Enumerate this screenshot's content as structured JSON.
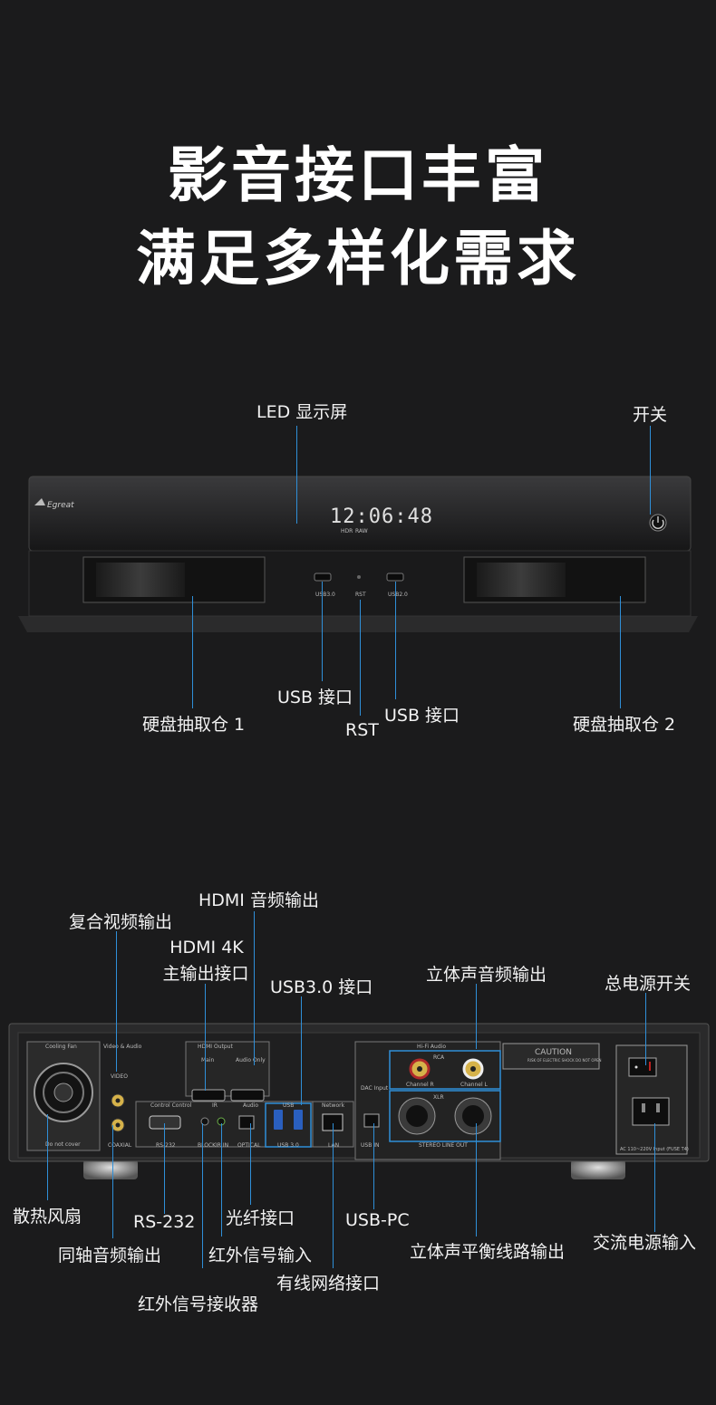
{
  "headline": {
    "line1": "影音接口丰富",
    "line2": "满足多样化需求"
  },
  "front_panel": {
    "brand": "Egreat",
    "clock": "12:06:48",
    "indicators": [
      "HDR",
      "RAW"
    ],
    "port_tags": [
      "USB3.0",
      "RST",
      "USB2.0"
    ],
    "callouts": {
      "led_display": "LED 显示屏",
      "power_switch": "开关",
      "usb_left": "USB 接口",
      "rst": "RST",
      "usb_right": "USB 接口",
      "drive_bay_1": "硬盘抽取仓 1",
      "drive_bay_2": "硬盘抽取仓 2"
    }
  },
  "rear_panel": {
    "silkscreen": {
      "cooling_fan": "Cooling Fan",
      "do_not_cover": "Do not cover",
      "video_audio": "Video & Audio",
      "video": "VIDEO",
      "coaxial": "COAXIAL",
      "hdmi_output": "HDMI Output",
      "main": "Main",
      "audio_only": "Audio Only",
      "control": "Control Control",
      "ir": "IR",
      "audio": "Audio",
      "usb": "USB",
      "network": "Network",
      "rs232": "RS-232",
      "ir_block": "BLOCK",
      "ir_in": "IR IN",
      "optical": "OPTICAL",
      "usb30": "USB 3.0",
      "lan": "LAN",
      "dac_input": "DAC Input",
      "usb_in": "USB IN",
      "hifi_audio": "Hi-Fi Audio",
      "rca": "RCA",
      "xlr": "XLR",
      "channel_r": "Channel R",
      "channel_l": "Channel L",
      "stereo_line_out": "STEREO LINE OUT",
      "caution": "CAUTION",
      "caution_sub": "RISK OF ELECTRIC SHOCK DO NOT OPEN",
      "power_input": "AC 110~220V Input (FUSE T4)"
    },
    "callouts": {
      "composite_video": "复合视频输出",
      "hdmi_audio": "HDMI 音频输出",
      "hdmi_4k_line1": "HDMI 4K",
      "hdmi_4k_line2": "主输出接口",
      "usb30_port": "USB3.0 接口",
      "stereo_audio": "立体声音频输出",
      "master_power": "总电源开关",
      "cooling_fan": "散热风扇",
      "rs232": "RS-232",
      "optical": "光纤接口",
      "usb_pc": "USB-PC",
      "balanced_out": "立体声平衡线路输出",
      "ac_input": "交流电源输入",
      "coaxial_audio": "同轴音频输出",
      "ir_input": "红外信号输入",
      "ethernet": "有线网络接口",
      "ir_receiver": "红外信号接收器"
    }
  },
  "colors": {
    "background": "#1b1b1c",
    "accent_line": "#2f8fd8",
    "text": "#f2f2f2"
  }
}
